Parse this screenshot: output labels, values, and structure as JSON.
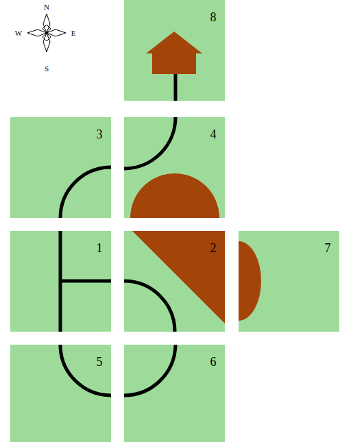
{
  "diagram": {
    "nodes": [
      {
        "text": [
          "8"
        ]
      },
      {
        "text": [
          "3"
        ]
      },
      {
        "text": [
          "4"
        ]
      },
      {
        "text": [
          "1"
        ]
      },
      {
        "text": [
          "2"
        ]
      },
      {
        "text": [
          "7"
        ]
      },
      {
        "text": [
          "5"
        ]
      },
      {
        "text": [
          "6"
        ]
      }
    ],
    "labels": [
      "N",
      "W",
      "E",
      "S"
    ]
  }
}
